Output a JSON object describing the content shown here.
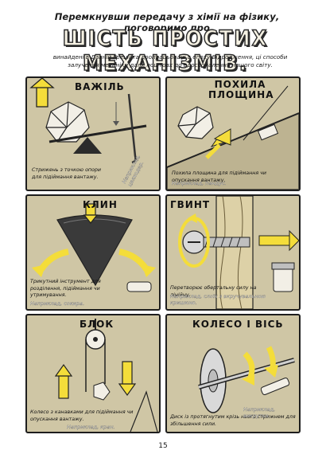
{
  "header": {
    "line": "Перемкнувши передачу з хімії на фізику, поговоримо про",
    "title": "ШІСТЬ ПРОСТИХ МЕХАНІЗМІВ.",
    "intro": "винайдені в Давній Греції та доопрацьовані в епоху Відродження, ці способи залучення механіки дали поштовх до вдосконалення нашого світу."
  },
  "panels": [
    {
      "title": "ВАЖІЛЬ",
      "caption": "Стрижень з точкою опори для підіймання вантажу.",
      "example": "Наприклад, цвяходер."
    },
    {
      "title": "ПОХИЛА ПЛОЩИНА",
      "caption": "Похила площина для підіймання чи опускання вантажу.",
      "example": "Наприклад, пандус."
    },
    {
      "title": "КЛИН",
      "caption": "Трикутний інструмент для розділення, підіймання чи утримування.",
      "example": "Наприклад, сокира."
    },
    {
      "title": "ГВИНТ",
      "caption": "Перетворює обертальну силу на лінійну.",
      "example": "Наприклад, слоїк з вкручувальною кришкою."
    },
    {
      "title": "БЛОК",
      "caption": "Колесо з канавками для підіймання чи опускання вантажу.",
      "example": "Наприклад, кран."
    },
    {
      "title": "КОЛЕСО І ВІСЬ",
      "caption": "Диск із протягнутим крізь нього стрижнем для збільшення сили.",
      "example": "Наприклад, викрутка."
    }
  ],
  "page_number": "15",
  "colors": {
    "panel": "#cfc6a5",
    "arrow": "#f4dd3a",
    "ink": "#1e1e1e"
  }
}
